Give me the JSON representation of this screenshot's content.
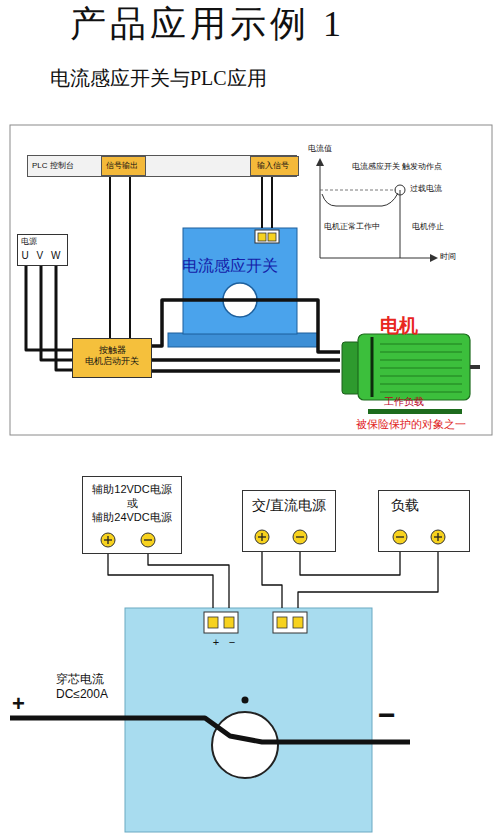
{
  "diagram": {
    "title": "产品应用示例 1",
    "nodes": [
      {
        "text": [
          "PLC 控制台"
        ]
      },
      {
        "text": [
          "信号输出"
        ],
        "in": 0
      },
      {
        "text": [
          "输入信号"
        ],
        "in": 0
      },
      {
        "text": [
          "电源",
          "U V W"
        ]
      },
      {
        "text": [
          "按触器 电机启动开关"
        ]
      },
      {
        "text": [
          "电流感应开关"
        ]
      },
      {
        "text": [
          "电机",
          "工作负载"
        ]
      },
      {
        "text": [
          "辅助12VDC电源 或 辅助24VDC电源"
        ]
      },
      {
        "text": [
          "交/直流电源"
        ]
      },
      {
        "text": [
          "负载"
        ]
      },
      {
        "text": [
          "+",
          "−"
        ]
      }
    ],
    "edges": [
      {
        "from": 1,
        "to": 4,
        "arrow": "none"
      },
      {
        "from": 2,
        "to": 5,
        "arrow": "none"
      },
      {
        "from": 3,
        "to": 4,
        "arrow": "none"
      },
      {
        "from": 4,
        "to": 6,
        "arrow": "none"
      },
      {
        "from": 7,
        "to": 10,
        "arrow": "none"
      },
      {
        "from": 8,
        "to": 10,
        "arrow": "none"
      },
      {
        "from": 8,
        "to": 9,
        "arrow": "none"
      },
      {
        "from": 9,
        "to": 10,
        "arrow": "none"
      }
    ],
    "labels": [
      "电流感应开关与PLC应用",
      "电流值",
      "电流感应开关 触发动作点",
      "过载电流",
      "电机正常工作中",
      "电机停止",
      "时间",
      "被保险保护的对象之一",
      "+",
      "穿芯电流 DC≤200A",
      "−"
    ]
  }
}
